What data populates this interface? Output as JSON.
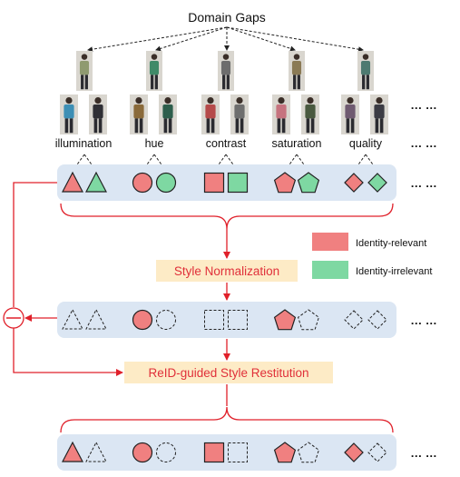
{
  "header": {
    "title": "Domain Gaps"
  },
  "factors": [
    {
      "label": "illumination",
      "top_tint": "#8f9a70",
      "pair_tints": [
        "#3d8fb5",
        "#2f2f35"
      ]
    },
    {
      "label": "hue",
      "top_tint": "#3f8a68",
      "pair_tints": [
        "#8a6a3a",
        "#2d5e4c"
      ]
    },
    {
      "label": "contrast",
      "top_tint": "#6d6d6d",
      "pair_tints": [
        "#b54a4a",
        "#6e6e6e"
      ]
    },
    {
      "label": "saturation",
      "top_tint": "#8a7a55",
      "pair_tints": [
        "#c6737f",
        "#4a5a40"
      ]
    },
    {
      "label": "quality",
      "top_tint": "#4d7a70",
      "pair_tints": [
        "#6f5a70",
        "#3c3c44"
      ]
    }
  ],
  "shapes": [
    "triangle",
    "circle",
    "square",
    "pentagon",
    "diamond"
  ],
  "ellipsis": "… …",
  "legend": [
    {
      "label": "Identity-relevant",
      "color": "#f08080"
    },
    {
      "label": "Identity-irrelevant",
      "color": "#7ed8a2"
    }
  ],
  "steps": {
    "normalization": "Style Normalization",
    "restitution": "ReID-guided Style Restitution"
  },
  "colors": {
    "relevant": "#f08080",
    "irrelevant": "#7ed8a2",
    "arrow": "#e0202a",
    "row_bg": "#dbe6f3",
    "step_bg": "#fdebc6"
  }
}
